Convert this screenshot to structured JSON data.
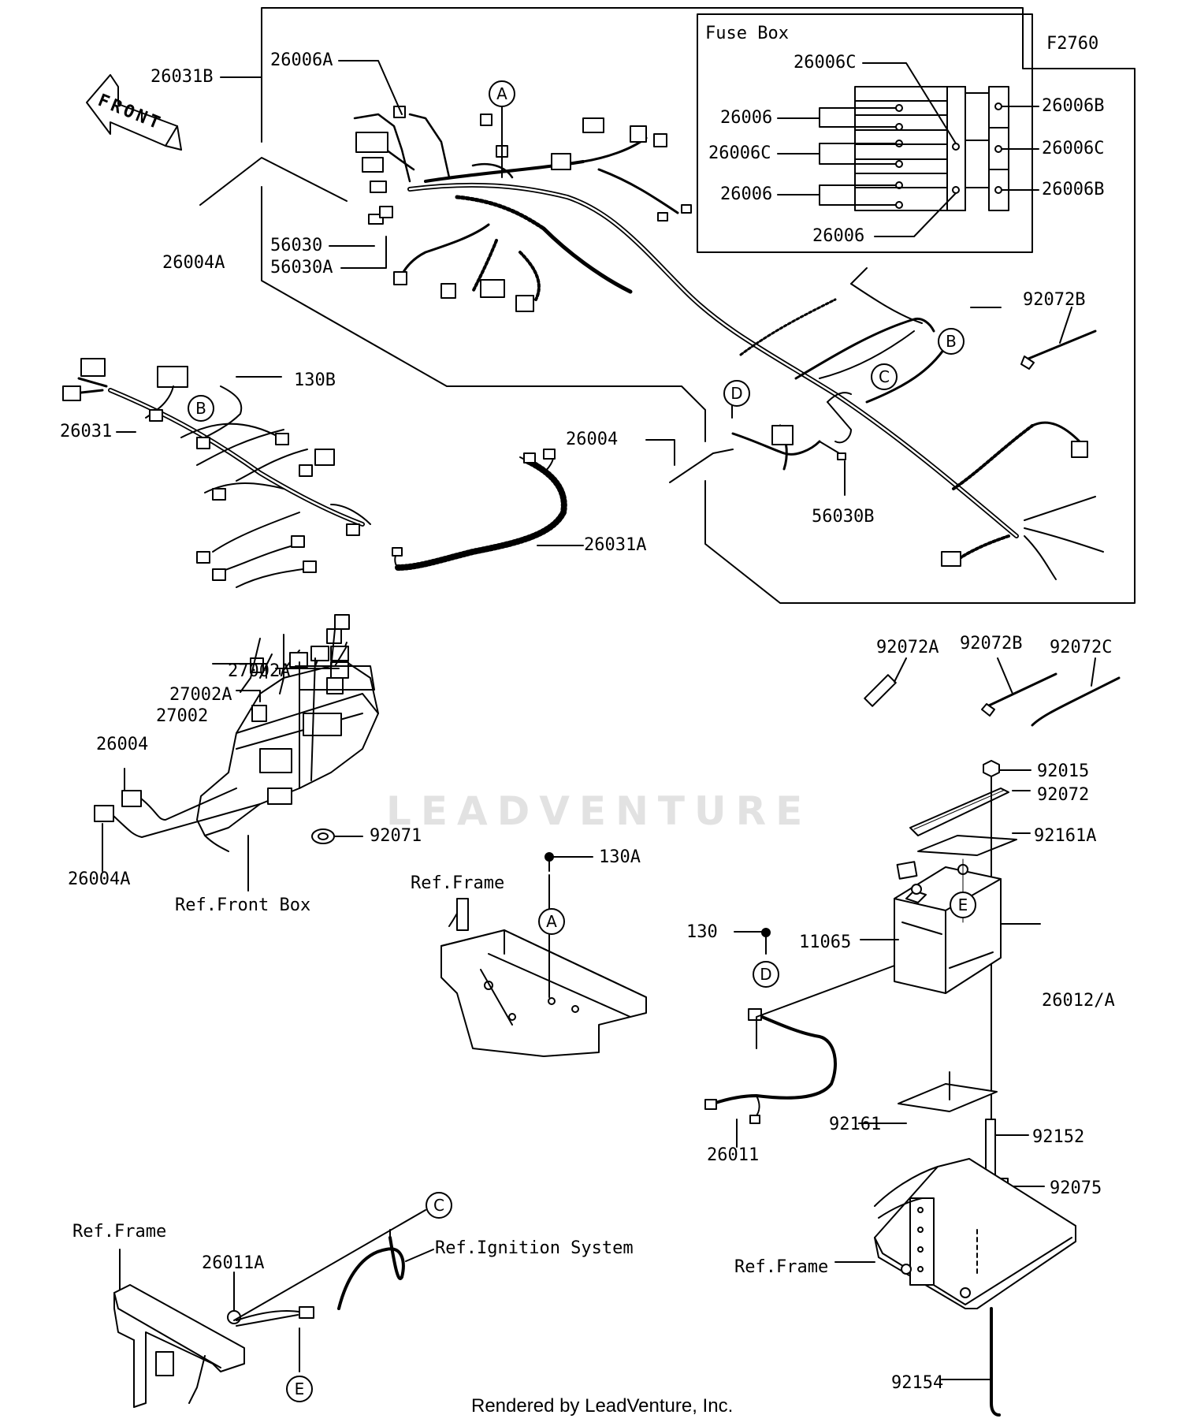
{
  "figure_code": "F2760",
  "fuse_box_title": "Fuse Box",
  "front_arrow": "FRONT",
  "watermark": "LEADVENTURE",
  "footer": "Rendered by LeadVenture, Inc.",
  "labels": {
    "p26031B": "26031B",
    "p26006A": "26006A",
    "p26004A_top": "26004A",
    "p56030": "56030",
    "p56030A": "56030A",
    "p26006C_a": "26006C",
    "p26006_a": "26006",
    "p26006C_b": "26006C",
    "p26006_b": "26006",
    "p26006_c": "26006",
    "p26006B_a": "26006B",
    "p26006C_c": "26006C",
    "p26006B_b": "26006B",
    "p92072B_top": "92072B",
    "p130B": "130B",
    "p26031": "26031",
    "p26004_mid": "26004",
    "p56030B": "56030B",
    "p26031A": "26031A",
    "p27002A_a": "27002A",
    "p27002A_b": "27002A",
    "p27002": "27002",
    "p26004_left": "26004",
    "p92071": "92071",
    "p26004A_left": "26004A",
    "ref_front_box": "Ref.Front Box",
    "p130A": "130A",
    "ref_frame_mid": "Ref.Frame",
    "p92072A": "92072A",
    "p92072B_mid": "92072B",
    "p92072C": "92072C",
    "p92015": "92015",
    "p92072": "92072",
    "p92161A": "92161A",
    "p130": "130",
    "p11065": "11065",
    "p26012A": "26012/A",
    "p26011": "26011",
    "p92161": "92161",
    "p92152": "92152",
    "p92075": "92075",
    "ref_frame_right": "Ref.Frame",
    "p92154": "92154",
    "ref_frame_left": "Ref.Frame",
    "p26011A": "26011A",
    "ref_ignition": "Ref.Ignition System"
  },
  "callouts": {
    "A_top": "A",
    "B_top": "B",
    "C_top": "C",
    "D_top": "D",
    "B_left": "B",
    "A_mid": "A",
    "E_bat": "E",
    "D_mid": "D",
    "C_bot": "C",
    "E_bot": "E"
  }
}
